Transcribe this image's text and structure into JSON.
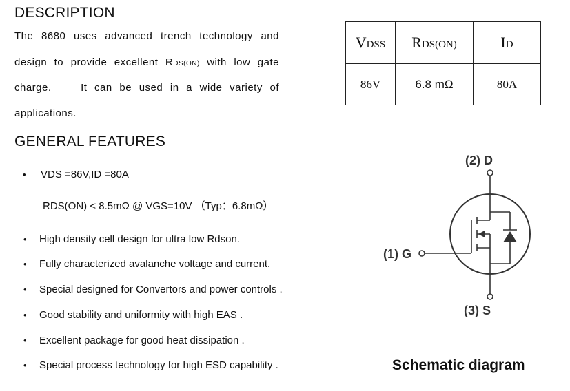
{
  "description": {
    "heading": "DESCRIPTION",
    "line1": "The 8680 uses advanced trench technology and",
    "line2_pre": "design to provide excellent R",
    "line2_sub": "DS(ON)",
    "line2_post": " with low gate",
    "line3": "charge.    It can be used in a wide variety of",
    "line4": "applications."
  },
  "features": {
    "heading": "GENERAL FEATURES",
    "bullet_char": "•",
    "first": "VDS =86V,ID =80A",
    "first_sub": "RDS(ON) < 8.5mΩ @ VGS=10V （Typ：6.8mΩ）",
    "items": [
      "High density cell design for ultra low Rdson.",
      "Fully characterized avalanche voltage and current.",
      "Special designed for Convertors and power controls .",
      "Good stability and uniformity with high EAS .",
      "Excellent package for good heat dissipation .",
      "Special process technology for high ESD capability ."
    ]
  },
  "spec_table": {
    "h1_main": "V",
    "h1_sub": "DSS",
    "h2_main": "R",
    "h2_sub": "DS(ON)",
    "h3_main": "I",
    "h3_sub": "D",
    "v1": "86V",
    "v2": "6.8 mΩ",
    "v3": "80A"
  },
  "schematic": {
    "drain_label": "(2) D",
    "gate_label": "(1) G",
    "source_label": "(3) S",
    "title": "Schematic diagram"
  }
}
